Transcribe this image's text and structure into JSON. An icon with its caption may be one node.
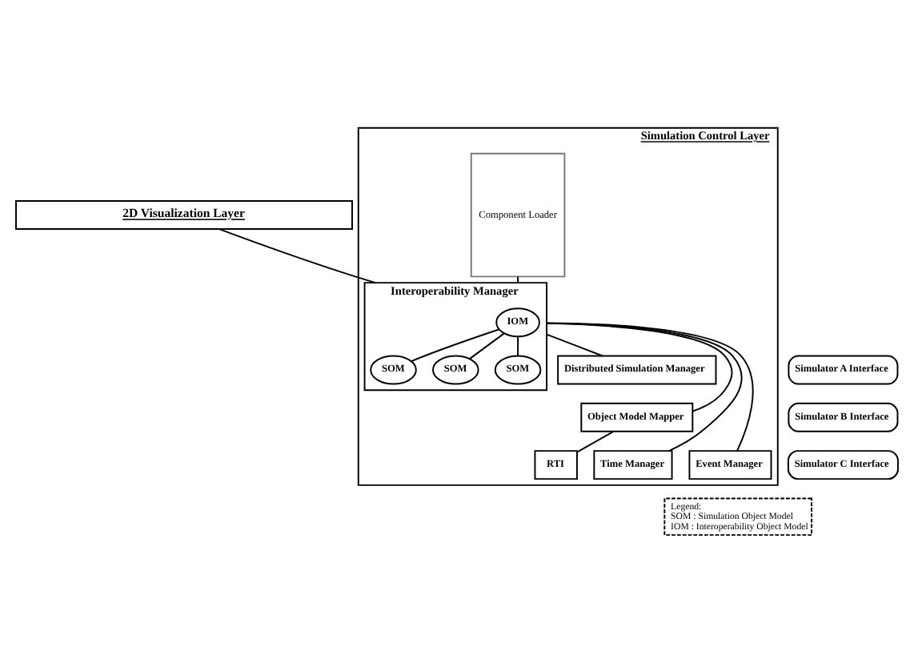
{
  "diagram": {
    "nodes": [
      {
        "text": [
          "2D Visualization Layer"
        ]
      },
      {
        "text": [
          "Simulation Control Layer"
        ]
      },
      {
        "text": [
          "Simulator A Interface"
        ]
      },
      {
        "text": [
          "Simulator B Interface"
        ]
      },
      {
        "text": [
          "Simulator C Interface"
        ]
      },
      {
        "text": [
          "Component Loader"
        ],
        "in": 1
      },
      {
        "text": [
          "Interoperability Manager"
        ],
        "in": 1
      },
      {
        "text": [
          "IOM"
        ],
        "in": 6
      },
      {
        "text": [
          "SOM"
        ],
        "in": 6
      },
      {
        "text": [
          "SOM"
        ],
        "in": 6
      },
      {
        "text": [
          "SOM"
        ],
        "in": 6
      },
      {
        "text": [
          "Distributed Simulation Manager"
        ],
        "in": 1
      },
      {
        "text": [
          "Object Model Mapper"
        ],
        "in": 1
      },
      {
        "text": [
          "Time Manager"
        ],
        "in": 1
      },
      {
        "text": [
          "Event Manager"
        ],
        "in": 1
      },
      {
        "text": [
          "RTI"
        ],
        "in": 1
      },
      {
        "text": [
          "Legend:",
          "SOM : Simulation Object Model",
          "IOM : Interoperability Object Model"
        ]
      }
    ],
    "edges": [
      {
        "from": 0,
        "to": 6,
        "arrow": "none"
      },
      {
        "from": 5,
        "to": 6,
        "arrow": "none"
      },
      {
        "from": 6,
        "to": 11,
        "arrow": "none"
      },
      {
        "from": 6,
        "to": 12,
        "arrow": "none"
      },
      {
        "from": 6,
        "to": 13,
        "arrow": "none"
      },
      {
        "from": 6,
        "to": 14,
        "arrow": "none"
      },
      {
        "from": 12,
        "to": 15,
        "arrow": "none"
      },
      {
        "from": 7,
        "to": 8,
        "arrow": "none"
      },
      {
        "from": 7,
        "to": 9,
        "arrow": "none"
      },
      {
        "from": 7,
        "to": 10,
        "arrow": "none"
      }
    ]
  }
}
